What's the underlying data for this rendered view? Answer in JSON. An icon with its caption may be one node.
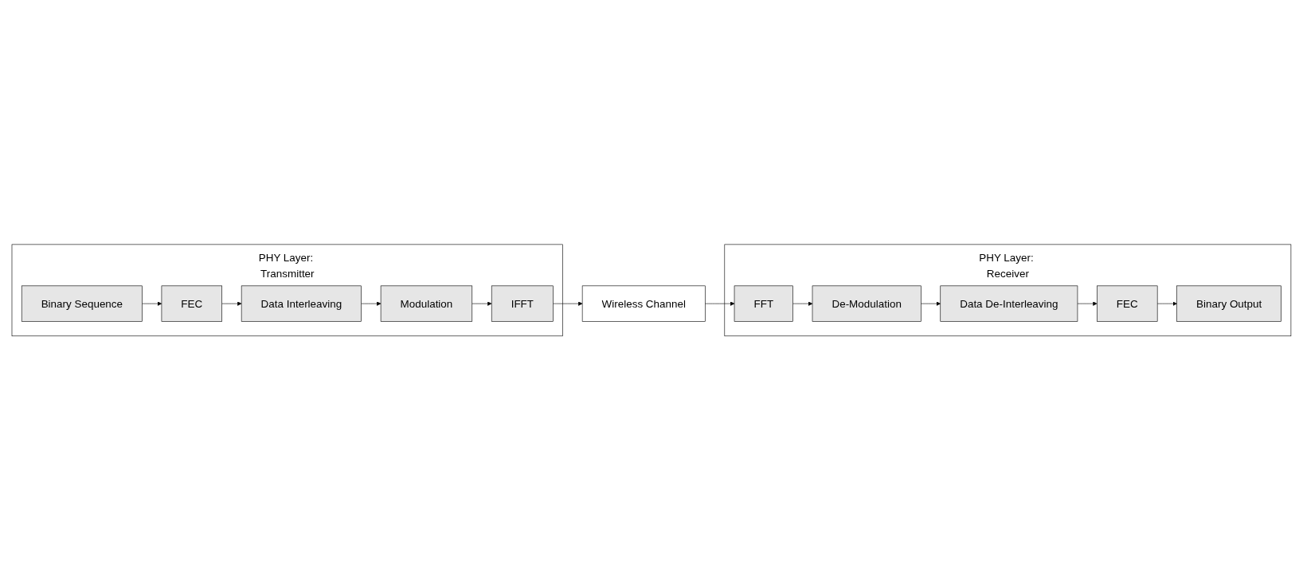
{
  "diagram": {
    "nodes": [
      {
        "text": [
          "PHY Layer: Transmitter"
        ]
      },
      {
        "text": [
          "Binary Sequence"
        ],
        "in": 0
      },
      {
        "text": [
          "FEC"
        ],
        "in": 0
      },
      {
        "text": [
          "Data Interleaving"
        ],
        "in": 0
      },
      {
        "text": [
          "Modulation"
        ],
        "in": 0
      },
      {
        "text": [
          "IFFT"
        ],
        "in": 0
      },
      {
        "text": [
          "Wireless Channel"
        ]
      },
      {
        "text": [
          "PHY Layer: Receiver"
        ]
      },
      {
        "text": [
          "Binary Output"
        ],
        "in": 7
      },
      {
        "text": [
          "FEC"
        ],
        "in": 7
      },
      {
        "text": [
          "Data De-Interleaving"
        ],
        "in": 7
      },
      {
        "text": [
          "De-Modulation"
        ],
        "in": 7
      },
      {
        "text": [
          "FFT"
        ],
        "in": 7
      }
    ],
    "edges": [
      {
        "from": 1,
        "to": 2,
        "arrow": "to"
      },
      {
        "from": 2,
        "to": 3,
        "arrow": "to"
      },
      {
        "from": 3,
        "to": 4,
        "arrow": "to"
      },
      {
        "from": 4,
        "to": 5,
        "arrow": "to"
      },
      {
        "from": 5,
        "to": 6,
        "arrow": "to"
      },
      {
        "from": 6,
        "to": 12,
        "arrow": "to"
      },
      {
        "from": 12,
        "to": 11,
        "arrow": "to"
      },
      {
        "from": 11,
        "to": 10,
        "arrow": "to"
      },
      {
        "from": 10,
        "to": 9,
        "arrow": "to"
      },
      {
        "from": 9,
        "to": 8,
        "arrow": "to"
      }
    ]
  }
}
